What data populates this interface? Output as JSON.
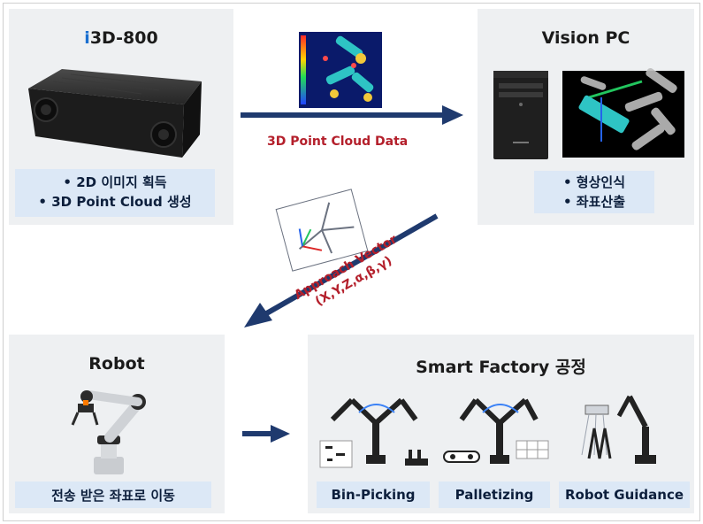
{
  "i3d": {
    "title_prefix": "i",
    "title_rest": "3D-800",
    "bullets": [
      "• 2D 이미지 획득",
      "• 3D Point Cloud 생성"
    ]
  },
  "vision": {
    "title": "Vision PC",
    "bullets": [
      "• 형상인식",
      "• 좌표산출"
    ]
  },
  "arrow_top": {
    "label": "3D Point Cloud Data"
  },
  "arrow_diag": {
    "line1": "Approach Vector",
    "line2": "(X,Y,Z,α,β,γ)"
  },
  "robot": {
    "title": "Robot",
    "caption": "전송 받은 좌표로 이동"
  },
  "factory": {
    "title": "Smart Factory 공정",
    "processes": [
      "Bin-Picking",
      "Palletizing",
      "Robot Guidance"
    ]
  },
  "colors": {
    "arrow": "#1f3a6e",
    "accent": "#b41f2b",
    "panel": "#eef0f2",
    "label": "#dce8f6"
  }
}
